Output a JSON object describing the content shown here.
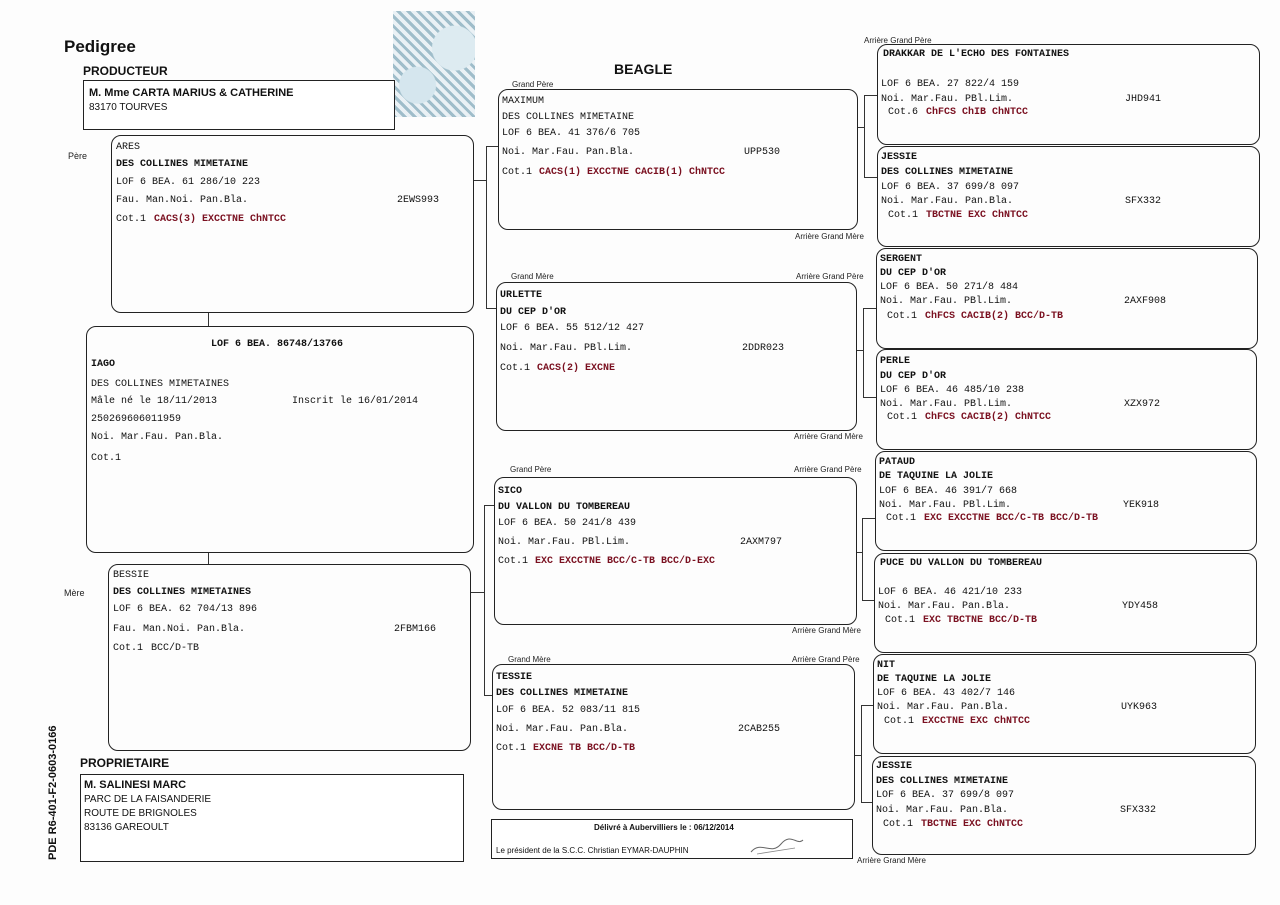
{
  "header": {
    "title": "Pedigree",
    "breed": "BEAGLE",
    "producer_label": "PRODUCTEUR",
    "producer_name": "M. Mme CARTA MARIUS & CATHERINE",
    "producer_address": "83170 TOURVES",
    "owner_label": "PROPRIETAIRE",
    "owner_name": "M. SALINESI MARC",
    "owner_address_1": "PARC DE LA FAISANDERIE",
    "owner_address_2": "ROUTE DE BRIGNOLES",
    "owner_address_3": "83136 GAREOULT",
    "side_code": "PDE   R6-401-F2-0603-0166"
  },
  "labels": {
    "pere": "Père",
    "mere": "Mère",
    "grand_pere": "Grand Père",
    "grand_mere": "Grand Mère",
    "arriere_grand_pere": "Arrière Grand Père",
    "arriere_grand_mere": "Arrière Grand Mère"
  },
  "subject": {
    "lof": "LOF 6 BEA. 86748/13766",
    "name": "IAGO",
    "affix": "DES COLLINES MIMETAINES",
    "birth": "Mâle né le 18/11/2013",
    "inscrit": "Inscrit le 16/01/2014",
    "chip": "250269606011959",
    "color": "Noi. Mar.Fau. Pan.Bla.",
    "cot": "Cot.1"
  },
  "father": {
    "name": "ARES",
    "affix": "DES COLLINES MIMETAINE",
    "lof": "LOF 6 BEA. 61 286/10 223",
    "color": "Fau. Man.Noi. Pan.Bla.",
    "tattoo": "2EWS993",
    "cot": "Cot.1",
    "titles": "CACS(3) EXCCTNE ChNTCC"
  },
  "mother": {
    "name": "BESSIE",
    "affix": "DES COLLINES MIMETAINES",
    "lof": "LOF 6 BEA. 62 704/13 896",
    "color": "Fau. Man.Noi. Pan.Bla.",
    "tattoo": "2FBM166",
    "cot": "Cot.1",
    "titles": "BCC/D-TB"
  },
  "grandparents": [
    {
      "name": "MAXIMUM",
      "affix": "DES COLLINES MIMETAINE",
      "lof": "LOF 6 BEA. 41 376/6 705",
      "color": "Noi. Mar.Fau. Pan.Bla.",
      "tattoo": "UPP530",
      "cot": "Cot.1",
      "titles": "CACS(1) EXCCTNE CACIB(1) ChNTCC"
    },
    {
      "name": "URLETTE",
      "affix": "DU CEP D'OR",
      "lof": "LOF 6 BEA. 55 512/12 427",
      "color": "Noi. Mar.Fau. PBl.Lim.",
      "tattoo": "2DDR023",
      "cot": "Cot.1",
      "titles": "CACS(2) EXCNE"
    },
    {
      "name": "SICO",
      "affix": "DU VALLON DU TOMBEREAU",
      "lof": "LOF 6 BEA. 50 241/8 439",
      "color": "Noi. Mar.Fau. PBl.Lim.",
      "tattoo": "2AXM797",
      "cot": "Cot.1",
      "titles": "EXC EXCCTNE BCC/C-TB BCC/D-EXC"
    },
    {
      "name": "TESSIE",
      "affix": "DES COLLINES MIMETAINE",
      "lof": "LOF 6 BEA. 52 083/11 815",
      "color": "Noi. Mar.Fau. Pan.Bla.",
      "tattoo": "2CAB255",
      "cot": "Cot.1",
      "titles": "EXCNE TB BCC/D-TB"
    }
  ],
  "great_grandparents": [
    {
      "name": "DRAKKAR DE L'ECHO DES FONTAINES",
      "affix": "",
      "lof": "LOF 6 BEA. 27 822/4 159",
      "color": "Noi. Mar.Fau. PBl.Lim.",
      "tattoo": "JHD941",
      "cot": "Cot.6",
      "titles": "ChFCS ChIB ChNTCC"
    },
    {
      "name": "JESSIE",
      "affix": "DES COLLINES MIMETAINE",
      "lof": "LOF 6 BEA. 37 699/8 097",
      "color": "Noi. Mar.Fau. Pan.Bla.",
      "tattoo": "SFX332",
      "cot": "Cot.1",
      "titles": "TBCTNE EXC ChNTCC"
    },
    {
      "name": "SERGENT",
      "affix": "DU CEP D'OR",
      "lof": "LOF 6 BEA. 50 271/8 484",
      "color": "Noi. Mar.Fau. PBl.Lim.",
      "tattoo": "2AXF908",
      "cot": "Cot.1",
      "titles": "ChFCS CACIB(2) BCC/D-TB"
    },
    {
      "name": "PERLE",
      "affix": "DU CEP D'OR",
      "lof": "LOF 6 BEA. 46 485/10 238",
      "color": "Noi. Mar.Fau. PBl.Lim.",
      "tattoo": "XZX972",
      "cot": "Cot.1",
      "titles": "ChFCS CACIB(2) ChNTCC"
    },
    {
      "name": "PATAUD",
      "affix": "DE TAQUINE LA JOLIE",
      "lof": "LOF 6 BEA. 46 391/7 668",
      "color": "Noi. Mar.Fau. PBl.Lim.",
      "tattoo": "YEK918",
      "cot": "Cot.1",
      "titles": "EXC EXCCTNE BCC/C-TB BCC/D-TB"
    },
    {
      "name": "PUCE DU VALLON DU TOMBEREAU",
      "affix": "",
      "lof": "LOF 6 BEA. 46 421/10 233",
      "color": "Noi. Mar.Fau. Pan.Bla.",
      "tattoo": "YDY458",
      "cot": "Cot.1",
      "titles": "EXC TBCTNE BCC/D-TB"
    },
    {
      "name": "NIT",
      "affix": "DE TAQUINE LA JOLIE",
      "lof": "LOF 6 BEA. 43 402/7 146",
      "color": "Noi. Mar.Fau. Pan.Bla.",
      "tattoo": "UYK963",
      "cot": "Cot.1",
      "titles": "EXCCTNE EXC ChNTCC"
    },
    {
      "name": "JESSIE",
      "affix": "DES COLLINES MIMETAINE",
      "lof": "LOF 6 BEA. 37 699/8 097",
      "color": "Noi. Mar.Fau. Pan.Bla.",
      "tattoo": "SFX332",
      "cot": "Cot.1",
      "titles": "TBCTNE EXC ChNTCC"
    }
  ],
  "footer": {
    "delivered": "Délivré à Aubervilliers le : 06/12/2014",
    "president": "Le président de la S.C.C. Christian EYMAR-DAUPHIN"
  }
}
